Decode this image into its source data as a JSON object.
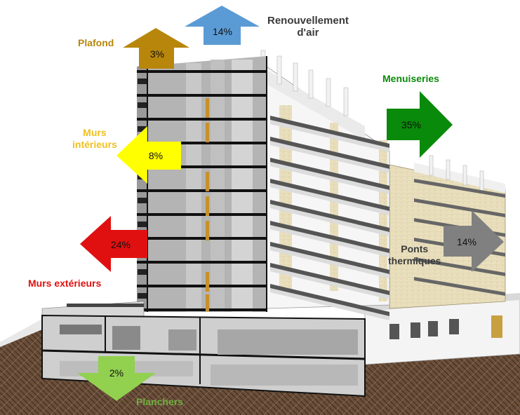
{
  "losses": [
    {
      "id": "plafond",
      "label": "Plafond",
      "percent": "3%",
      "color": "#b8860b",
      "label_color": "#b8860b",
      "direction": "up"
    },
    {
      "id": "renouvellement",
      "label_lines": [
        "Renouvellement",
        "d'air"
      ],
      "percent": "14%",
      "color": "#5b9bd5",
      "label_color": "#3a3a3a",
      "direction": "up"
    },
    {
      "id": "menuiseries",
      "label": "Menuiseries",
      "percent": "35%",
      "color": "#0a8a0a",
      "label_color": "#0a8a0a",
      "direction": "right"
    },
    {
      "id": "murs-interieurs",
      "label_lines": [
        "Murs",
        "intérieurs"
      ],
      "percent": "8%",
      "color": "#ffff00",
      "label_color": "#f0c020",
      "direction": "left"
    },
    {
      "id": "murs-exterieurs",
      "label": "Murs extérieurs",
      "percent": "24%",
      "color": "#e01010",
      "label_color": "#e01010",
      "direction": "left"
    },
    {
      "id": "ponts-thermiques",
      "label_lines": [
        "Ponts",
        "thermiques"
      ],
      "percent": "14%",
      "color": "#808080",
      "label_color": "#3a3a3a",
      "direction": "right"
    },
    {
      "id": "planchers",
      "label": "Planchers",
      "percent": "2%",
      "color": "#92d050",
      "label_color": "#70b040",
      "direction": "down"
    }
  ]
}
